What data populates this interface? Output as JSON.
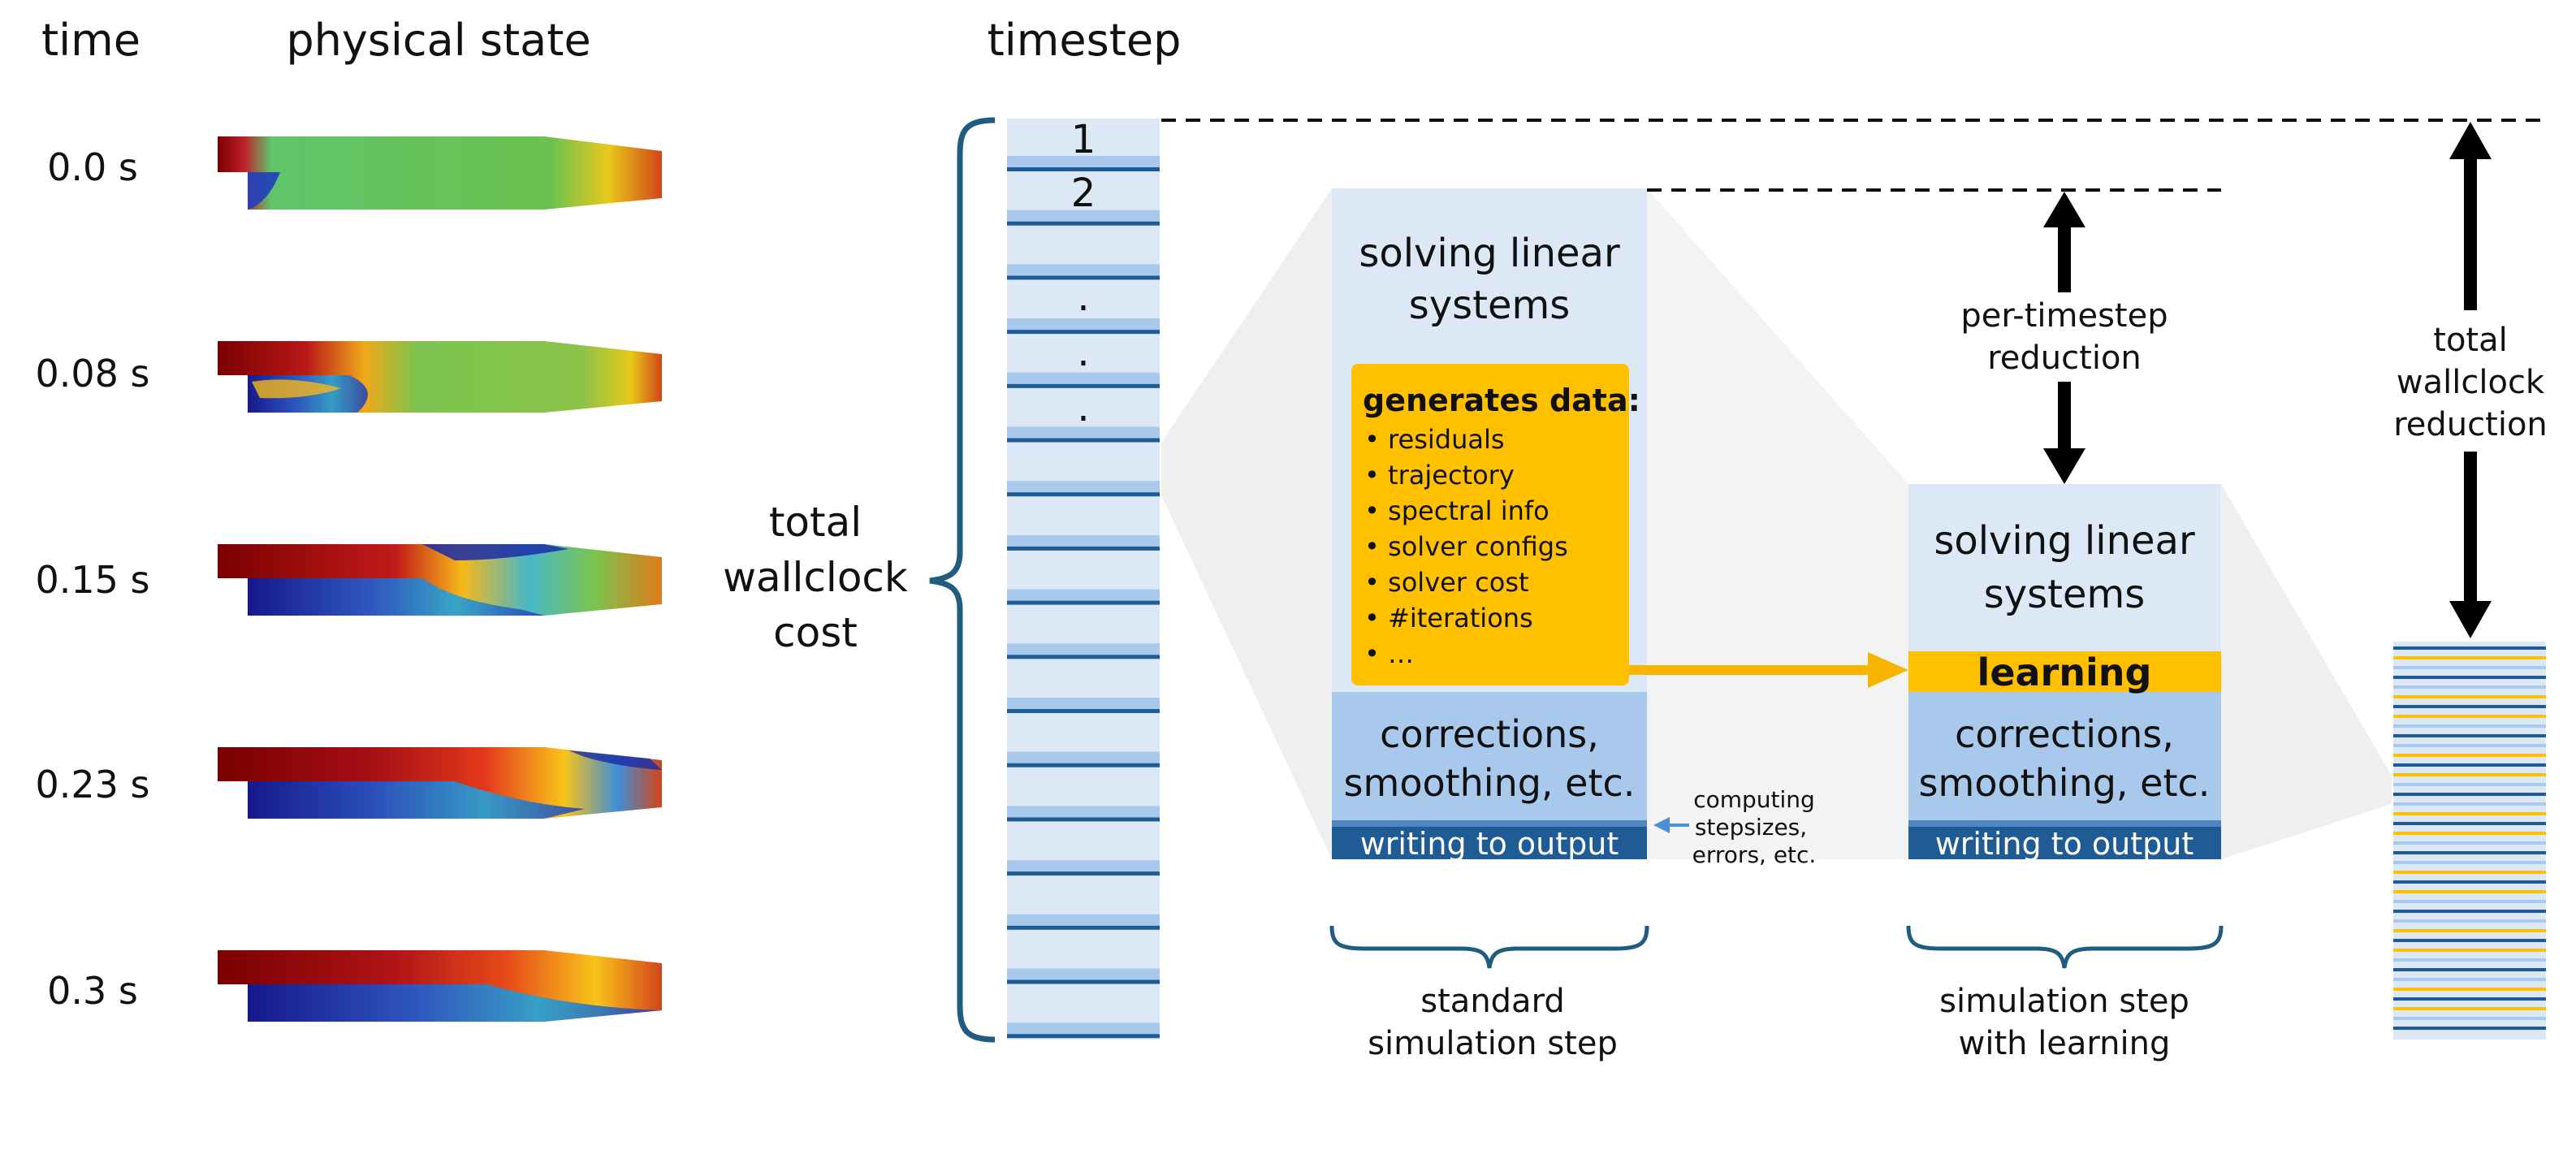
{
  "headers": {
    "time": "time",
    "physical_state": "physical state",
    "timestep": "timestep"
  },
  "time_labels": [
    "0.0 s",
    "0.08 s",
    "0.15 s",
    "0.23 s",
    "0.3 s"
  ],
  "cost_label": [
    "total",
    "wallclock",
    "cost"
  ],
  "timestep_numbers": [
    "1",
    "2"
  ],
  "ellipsis_dots": [
    ".",
    ".",
    "."
  ],
  "standard_step": {
    "solving": [
      "solving linear",
      "systems"
    ],
    "generates_title": "generates data:",
    "generates_items": [
      "• residuals",
      "• trajectory",
      "• spectral info",
      "• solver configs",
      "• solver cost",
      "• #iterations",
      "• …"
    ],
    "corrections": [
      "corrections,",
      "smoothing, etc."
    ],
    "writing": "writing to output",
    "caption": [
      "standard",
      "simulation step"
    ]
  },
  "computing_note": [
    "computing",
    "stepsizes,",
    "errors, etc."
  ],
  "learning_step": {
    "solving": [
      "solving linear",
      "systems"
    ],
    "learning": "learning",
    "corrections": [
      "corrections,",
      "smoothing, etc."
    ],
    "writing": "writing to output",
    "caption": [
      "simulation step",
      "with learning"
    ]
  },
  "per_timestep_reduction": [
    "per-timestep",
    "reduction"
  ],
  "total_reduction": [
    "total",
    "wallclock",
    "reduction"
  ],
  "colors": {
    "light_blue": "#dce8f6",
    "mid_blue": "#a9c9ec",
    "dark_blue": "#1f5c96",
    "brace_blue": "#1f5c80",
    "orange": "#ffc000",
    "orange_arrow": "#f7b500",
    "gray_band": "#efefef"
  }
}
